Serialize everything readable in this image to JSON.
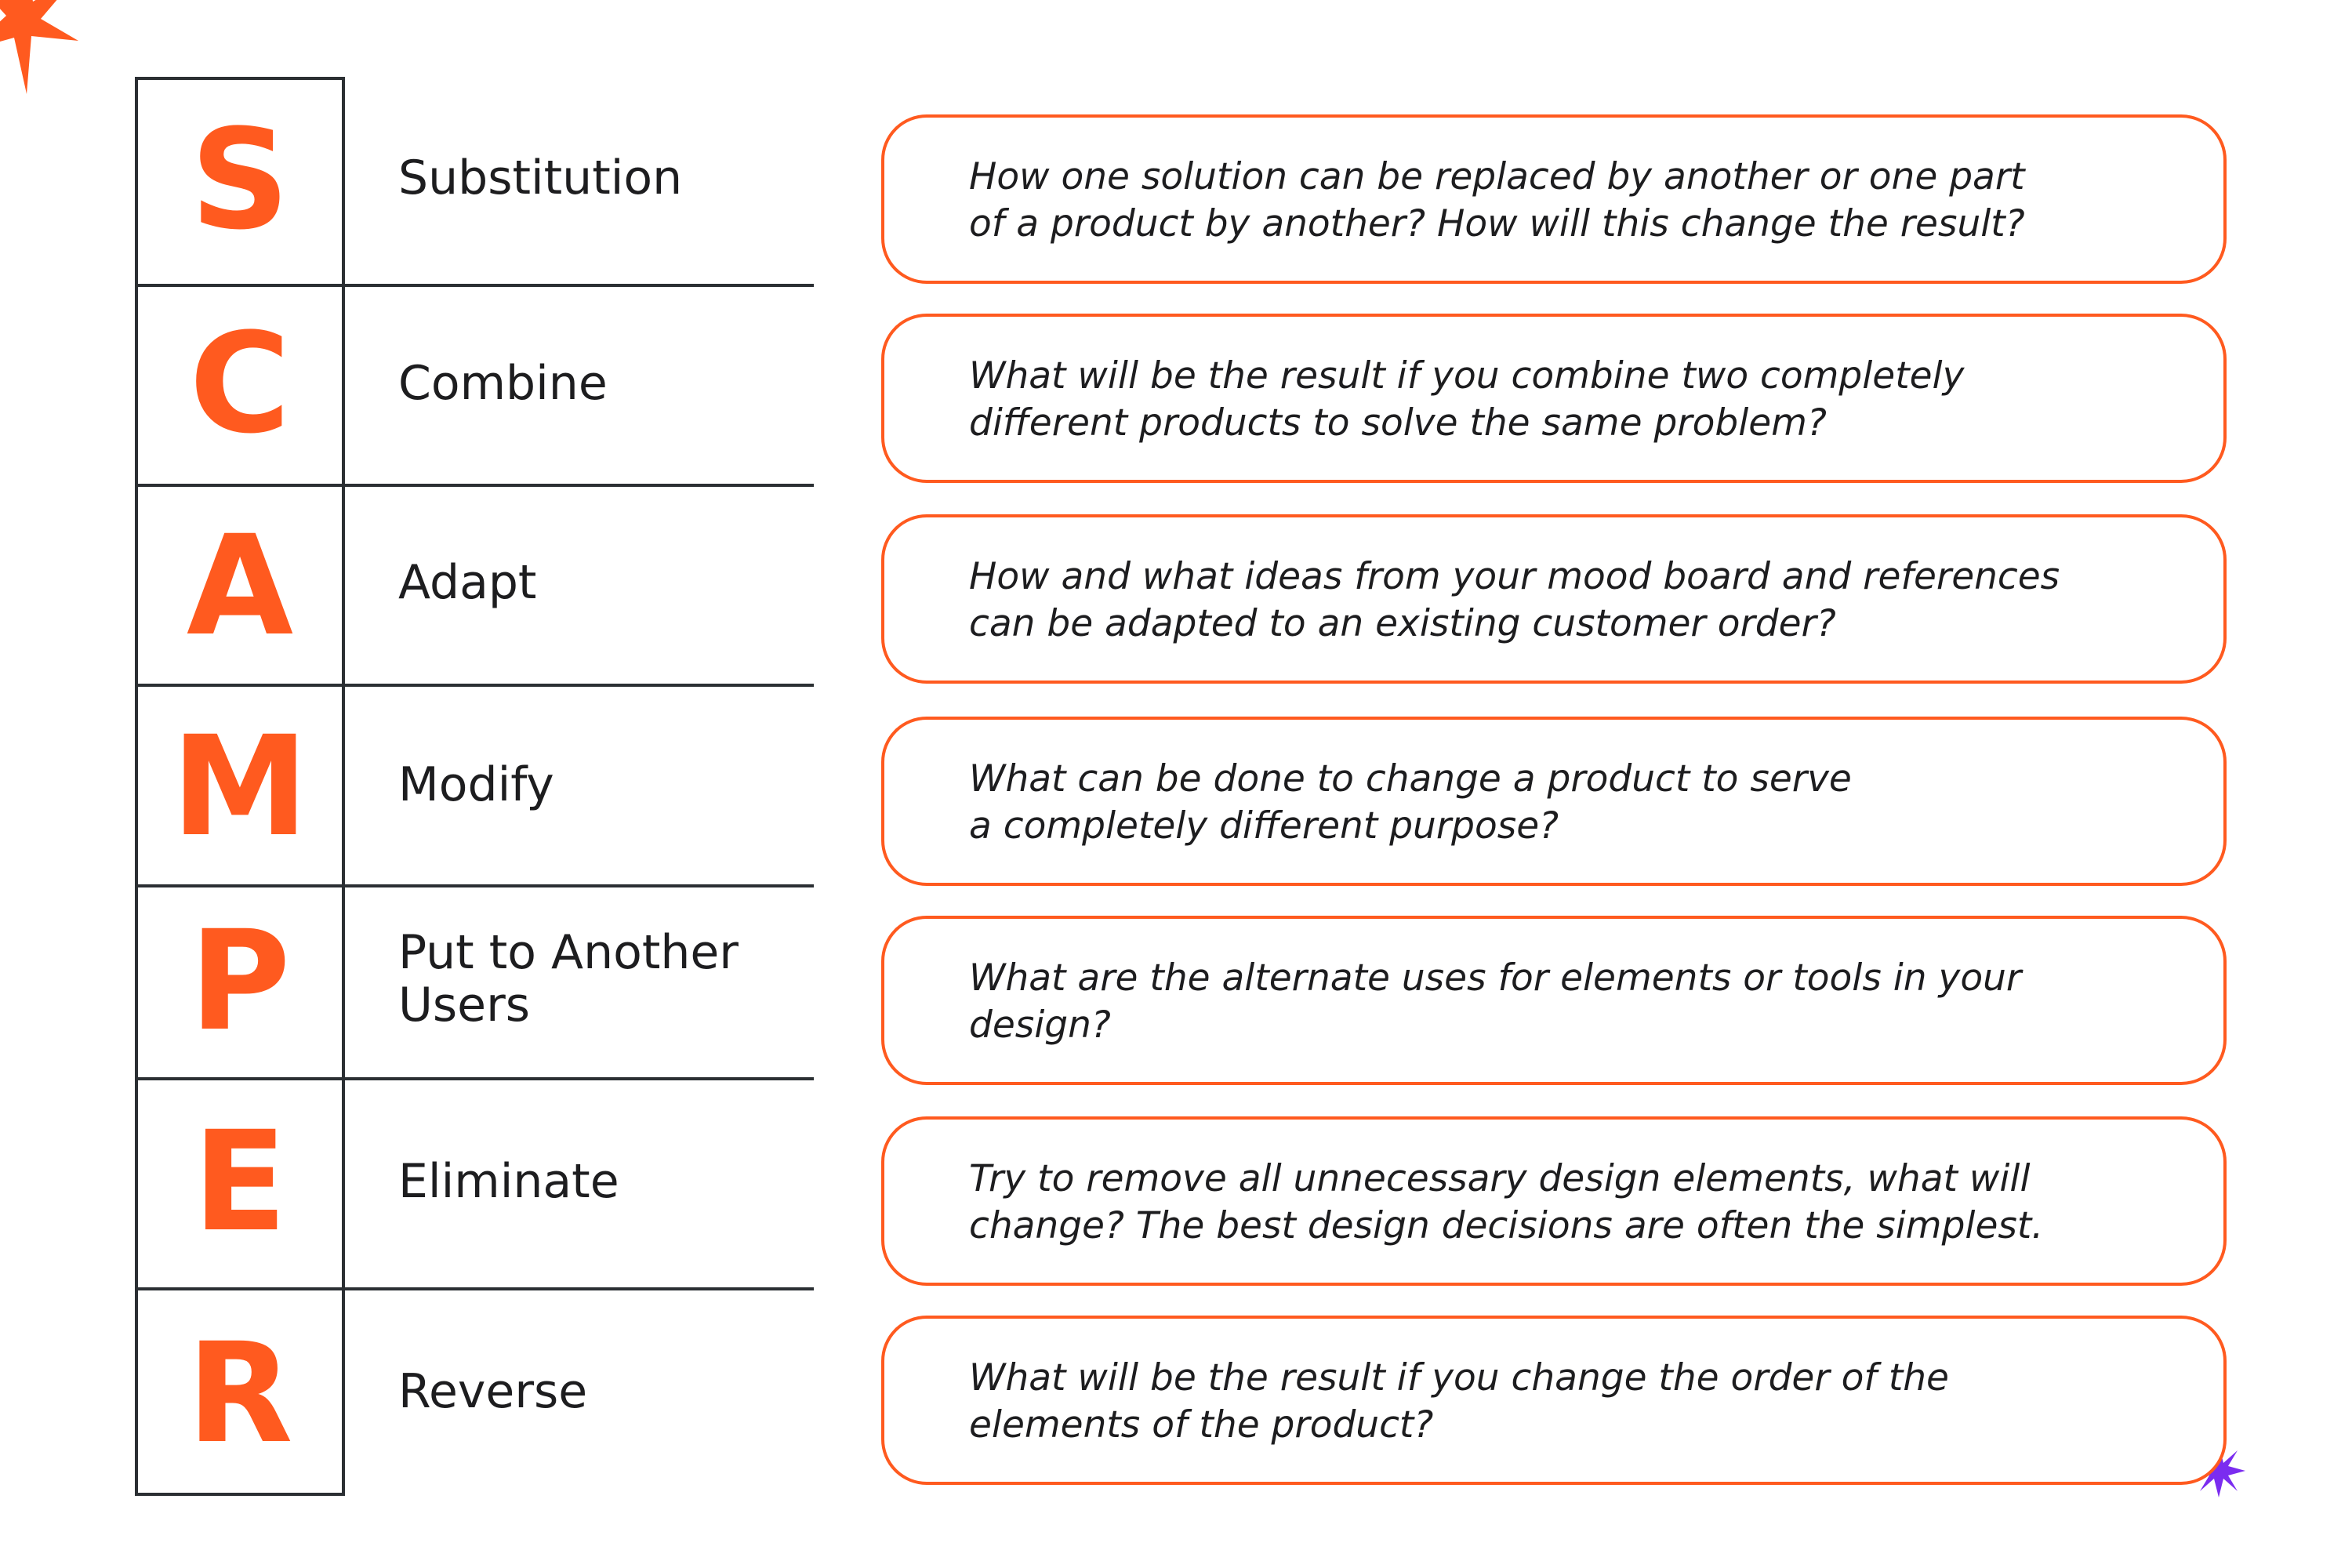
{
  "colors": {
    "accent_orange": "#ff5a1f",
    "accent_purple": "#7b2cf0",
    "line_dark": "#2b2f33",
    "text": "#1d1d1f"
  },
  "decorations": [
    "starburst-icon",
    "sparkle-icon"
  ],
  "rows": [
    {
      "letter": "S",
      "term": "Substitution",
      "question": "How one solution can be replaced by another or one part\nof a product by another? How will this change the result?"
    },
    {
      "letter": "C",
      "term": "Combine",
      "question": "What will be the result if you combine two completely\ndifferent products to solve the same problem?"
    },
    {
      "letter": "A",
      "term": "Adapt",
      "question": "How and what ideas from your mood board and references\ncan be adapted to an existing customer order?"
    },
    {
      "letter": "M",
      "term": "Modify",
      "question": "What can be done to change a product to serve\na completely different purpose?"
    },
    {
      "letter": "P",
      "term": "Put to Another\nUsers",
      "question": "What are the alternate uses for elements or tools in your\ndesign?"
    },
    {
      "letter": "E",
      "term": "Eliminate",
      "question": "Try to remove all unnecessary design elements, what will\nchange? The best design decisions are often the simplest."
    },
    {
      "letter": "R",
      "term": "Reverse",
      "question": "What will be the result if you change the order of the\nelements of the product?"
    }
  ]
}
